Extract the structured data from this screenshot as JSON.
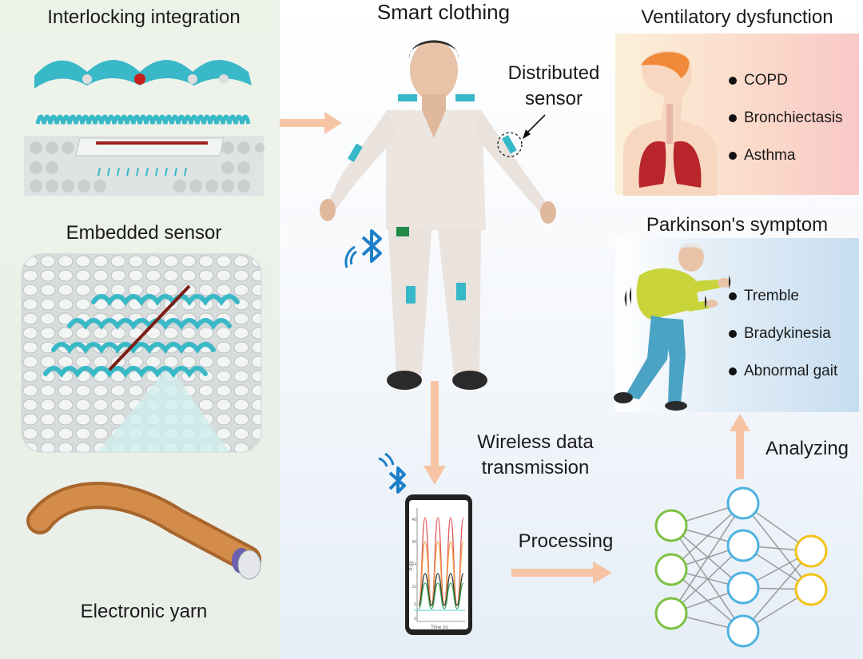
{
  "left": {
    "interlocking_title": "Interlocking integration",
    "embedded_title": "Embedded sensor",
    "yarn_title": "Electronic yarn"
  },
  "center": {
    "smart_title": "Smart clothing",
    "sensor_label_line1": "Distributed",
    "sensor_label_line2": "sensor",
    "wireless_line1": "Wireless data",
    "wireless_line2": "transmission",
    "processing": "Processing",
    "phone_axis_x": "Time (s)",
    "phone_axis_y": "R (Ω)",
    "phone_ticks": [
      "48",
      "36",
      "24",
      "12",
      "6",
      "0"
    ]
  },
  "right": {
    "ventilatory_title": "Ventilatory dysfunction",
    "ventilatory_items": [
      "COPD",
      "Bronchiectasis",
      "Asthma"
    ],
    "parkinson_title": "Parkinson's symptom",
    "parkinson_items": [
      "Tremble",
      "Bradykinesia",
      "Abnormal gait"
    ],
    "analyzing": "Analyzing"
  },
  "colors": {
    "arrow": "#f6c4a4",
    "teal": "#37b8c8",
    "yarn": "#c07a3a",
    "node_green": "#7cc142",
    "node_blue": "#4db2e0",
    "node_yellow": "#f2c318",
    "bluetooth": "#1e7fc9"
  }
}
